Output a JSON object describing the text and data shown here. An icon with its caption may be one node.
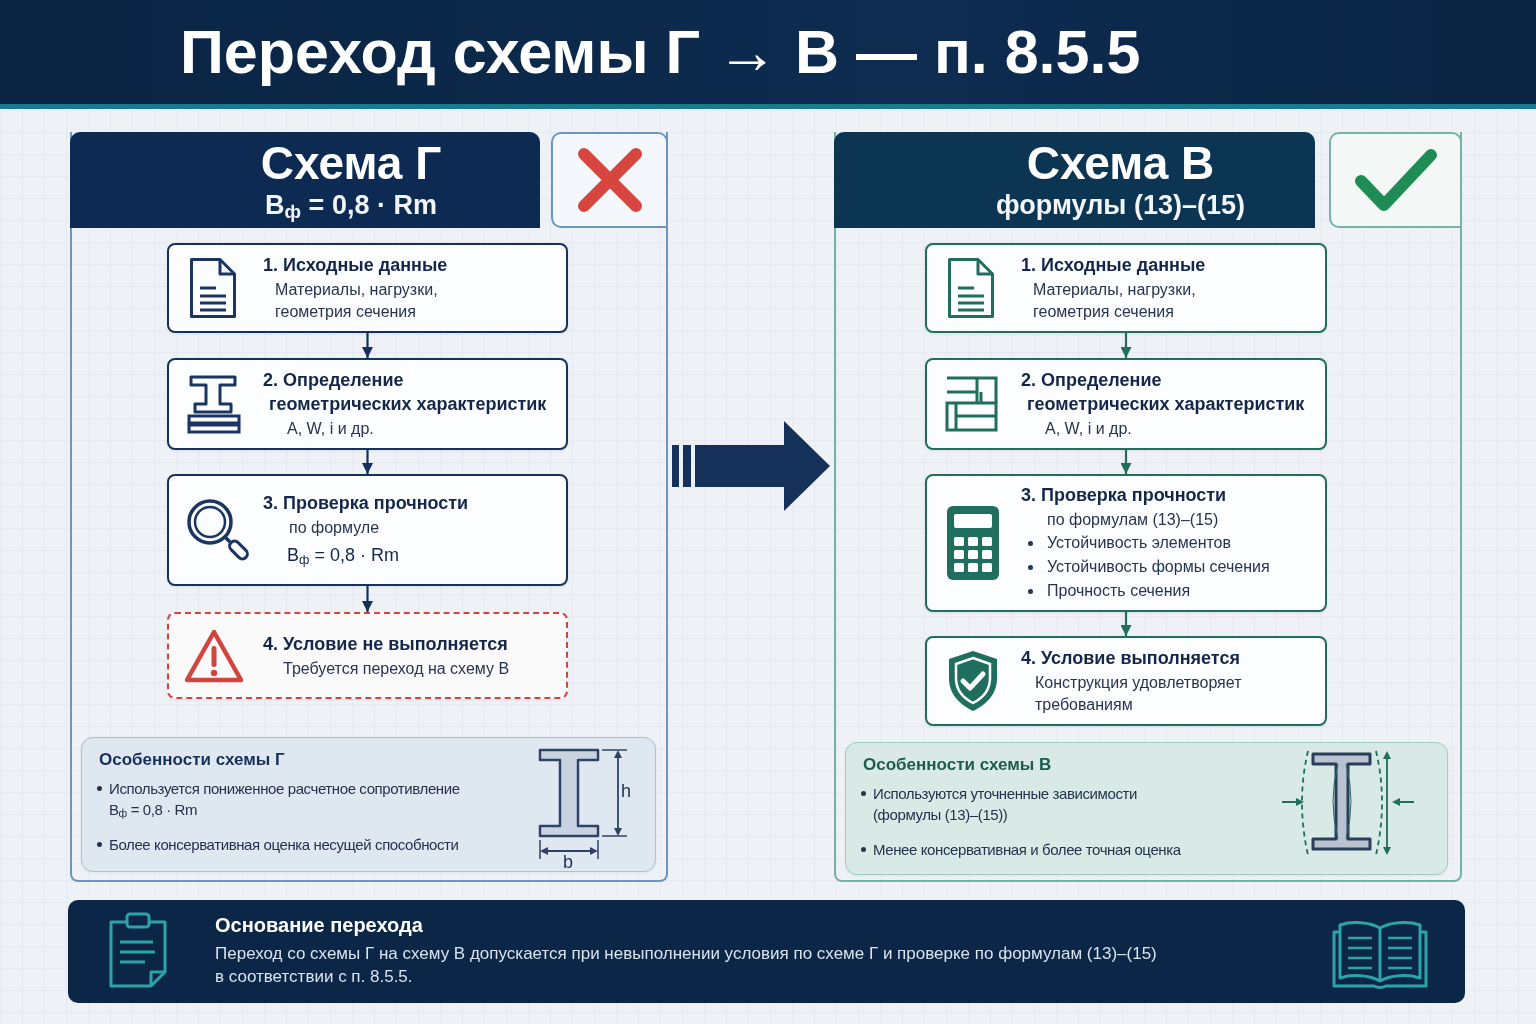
{
  "diagram": {
    "title": "Переход схемы Г → В — п. 8.5.5",
    "nodes": [
      {
        "text": [
          "Схема Г",
          "B$_{ф}$ = 0,8 · Rm"
        ]
      },
      {
        "text": [
          "1. Исходные данные",
          "Материалы, нагрузки, геометрия сечения"
        ],
        "in": 0
      },
      {
        "text": [
          "2. Определение геометрических характеристик",
          "A, W, i и др."
        ],
        "in": 0
      },
      {
        "text": [
          "3. Проверка прочности",
          "по формуле",
          "B$_{ф}$ = 0,8 · Rm"
        ],
        "in": 0
      },
      {
        "text": [
          "4. Условие не выполняется",
          "Требуется переход на схему В"
        ],
        "in": 0
      },
      {
        "text": [
          "Особенности схемы Г",
          "Используется пониженное расчетное сопротивление B$_{ф}$ = 0,8 · Rm",
          "Более консервативная оценка несущей способности"
        ],
        "in": 0
      },
      {
        "text": [
          "Схема В",
          "формулы (13)–(15)"
        ]
      },
      {
        "text": [
          "1. Исходные данные",
          "Материалы, нагрузки, геометрия сечения"
        ],
        "in": 6
      },
      {
        "text": [
          "2. Определение геометрических характеристик",
          "A, W, i и др."
        ],
        "in": 6
      },
      {
        "text": [
          "3. Проверка прочности",
          "по формулам (13)–(15)",
          "Устойчивость элементов",
          "Устойчивость формы сечения",
          "Прочность сечения"
        ],
        "in": 6
      },
      {
        "text": [
          "4. Условие выполняется",
          "Конструкция удовлетворяет требованиям"
        ],
        "in": 6
      },
      {
        "text": [
          "Особенности схемы В",
          "Используются уточненные зависимости (формулы (13)–(15))",
          "Менее консервативная и более точная оценка"
        ],
        "in": 6
      },
      {
        "text": [
          "Основание перехода",
          "Переход со схемы Г на схему В допускается при невыполнении условия по схеме Г и проверке по формулам (13)–(15) в соответствии с п. 8.5.5."
        ]
      }
    ],
    "edges": [
      {
        "from": 1,
        "to": 2,
        "arrow": "to"
      },
      {
        "from": 2,
        "to": 3,
        "arrow": "to"
      },
      {
        "from": 3,
        "to": 4,
        "arrow": "to"
      },
      {
        "from": 0,
        "to": 6,
        "arrow": "to",
        "style": "thick"
      },
      {
        "from": 7,
        "to": 8,
        "arrow": "to",
        "color": "#1f6e5e"
      },
      {
        "from": 8,
        "to": 9,
        "arrow": "to",
        "color": "#1f6e5e"
      },
      {
        "from": 9,
        "to": 10,
        "arrow": "to",
        "color": "#1f6e5e"
      }
    ],
    "labels": [
      "h",
      "b"
    ]
  }
}
